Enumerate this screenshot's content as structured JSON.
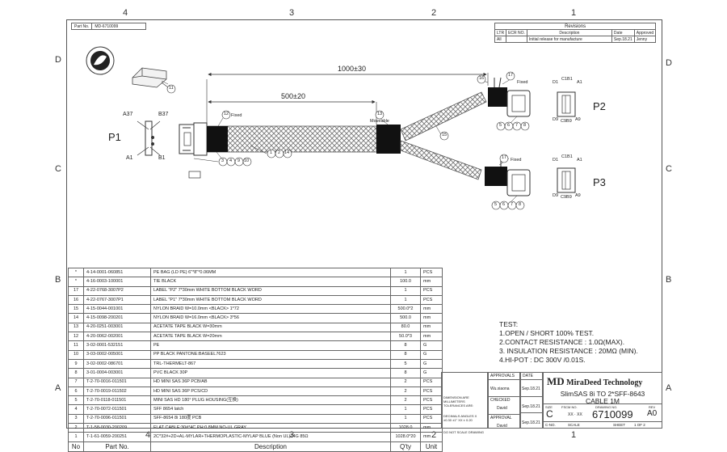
{
  "zones": {
    "top": [
      "4",
      "3",
      "2",
      "1"
    ],
    "bottom": [
      "4",
      "3",
      "2",
      "1"
    ],
    "left": [
      "D",
      "C",
      "B",
      "A"
    ],
    "right": [
      "D",
      "C",
      "B",
      "A"
    ]
  },
  "part_no": {
    "label": "Part No.",
    "value": "MD-6710099"
  },
  "revisions": {
    "title": "Revisions",
    "headers": [
      "LTR",
      "ECR NO.",
      "Description",
      "Date",
      "Approved"
    ],
    "row": [
      "All",
      "",
      "Initial release for manufacture",
      "Sep.18.21",
      "Jenny"
    ]
  },
  "dims": {
    "overall": "1000±30",
    "partial": "500±20"
  },
  "connectors": {
    "p1": "P1",
    "p2": "P2",
    "p3": "P3",
    "a37": "A37",
    "b37": "B37",
    "a1": "A1",
    "b1": "B1",
    "d1": "D1",
    "c1b1": "C1B1",
    "a1r": "A1",
    "d9": "D9",
    "c9b9": "C9B9",
    "a9": "A9"
  },
  "labels": {
    "fixed": "Fixed",
    "moveable": "Moveable"
  },
  "balloons": {
    "b11": "11",
    "b12": "12",
    "b13": "13",
    "b15": "15",
    "b16": "16",
    "b17": "17",
    "g1": [
      "1",
      "2",
      "14"
    ],
    "g2": [
      "3",
      "4",
      "9",
      "10"
    ],
    "g3": [
      "5",
      "6",
      "7",
      "8"
    ],
    "g4": [
      "5",
      "6",
      "7",
      "8"
    ]
  },
  "test": {
    "title": "TEST:",
    "lines": [
      "1.OPEN / SHORT 100% TEST.",
      "2.CONTACT RESISTANCE : 1.0Ω(MAX).",
      "3. INSULATION RESISTANCE : 20MΩ (MIN).",
      "4.HI-POT : DC 300V /0.01S."
    ]
  },
  "bom": {
    "headers": [
      "No",
      "Part No.",
      "Description",
      "Q'ty",
      "Unit"
    ],
    "rows": [
      [
        "*",
        "4-14-0001-060851",
        "PE BAG (LD PE) 6\"*8\"*0.06MM",
        "1",
        "PCS"
      ],
      [
        "*",
        "4-16-0003-100001",
        "TIE BLACK",
        "100.0",
        "mm"
      ],
      [
        "17",
        "4-22-0768-3007P2",
        "LABEL \"P2\" 7*30mm WHITE BOTTOM BLACK WORD",
        "1",
        "PCS"
      ],
      [
        "16",
        "4-22-0767-3007P1",
        "LABEL \"P1\" 7*30mm WHITE BOTTOM BLACK WORD",
        "1",
        "PCS"
      ],
      [
        "15",
        "4-15-0044-001001",
        "NYLON BRAID W=10.0mm <BLACK> 1*72",
        "500.0*2",
        "mm"
      ],
      [
        "14",
        "4-15-0098-200201",
        "NYLON BRAID W=16.0mm <BLACK> 3*56",
        "500.0",
        "mm"
      ],
      [
        "13",
        "4-20-0251-003001",
        "ACETATE TAPE BLACK W=30mm",
        "80.0",
        "mm"
      ],
      [
        "12",
        "4-20-0062-002001",
        "ACETATE TAPE BLACK W=20mm",
        "50.0*3",
        "mm"
      ],
      [
        "11",
        "3-02-0001-532151",
        "PE",
        "8",
        "G"
      ],
      [
        "10",
        "3-03-0002-005001",
        "PP BLACK PANTONE:BASEEL7623",
        "8",
        "G"
      ],
      [
        "9",
        "3-02-0002-086701",
        "TRL-THERMELT-867",
        "5",
        "G"
      ],
      [
        "8",
        "3-01-0004-003001",
        "PVC BLACK 30P",
        "8",
        "G"
      ],
      [
        "7",
        "T-2-70-0016-011501",
        "HD MINI SAS 36P PCB/AB",
        "2",
        "PCS"
      ],
      [
        "6",
        "T-2-70-0019-011502",
        "HD MINI SAS 36P PCS/CD",
        "2",
        "PCS"
      ],
      [
        "5",
        "T-2-70-0118-011501",
        "MINI SAS HD 180° PLUG HOUSING(互换)",
        "2",
        "PCS"
      ],
      [
        "4",
        "T-2-70-0072-011501",
        "SFF 8654 latch",
        "1",
        "PCS"
      ],
      [
        "3",
        "T-2-70-0096-011501",
        "SFF-8654 8i 180度 PCB",
        "1",
        "PCS"
      ],
      [
        "2",
        "T-1-58-0030-200209",
        "FLAT CABLE:30#*4C PH:0.8MM NO-UL GRAY",
        "1028.0",
        "mm"
      ],
      [
        "1",
        "T-1-61-0059-200251",
        "2C*32#+2D+AL-MYLAR+THERMOPLASTIC-MYLAP BLUE (Non UL)24G 85Ω",
        "1028.0*20",
        "mm"
      ]
    ]
  },
  "title_block": {
    "approvals": "APPROVALS",
    "date": "DATE",
    "drawn": "Wu.xiaona",
    "drawn_date": "Sep.18.21",
    "checked": "CHECKED",
    "checked_name": "David",
    "checked_date": "Sep.18.21",
    "approval": "APPROVAL",
    "approval_name": "David",
    "approval_date": "Sep.18.21",
    "dim_note": "DIMENSION ARE MILLIMETERS TOLERANCES ARE:",
    "dec_note": "DECIMALS ANGLES  X ±0.30  ±1°  XX ± 0.20",
    "no_scale": "DO NOT SCALE DRAWING",
    "logo": "MD",
    "company": "MiraDeed Technology",
    "title1": "SlimSAS 8i TO 2*SFF-8643",
    "title2": "CABLE 1M",
    "size_label": "SIZE",
    "size": "C",
    "fscm": "FSCM NO.",
    "fscm_val": "XX · XX",
    "dwg_label": "DRAWING NO.",
    "dwg": "6710099",
    "rev_label": "REV",
    "rev": "A0",
    "scale": "SCALE",
    "sheet": "SHEET",
    "sheet_val": "1 OF 2",
    "cno": "C-NO."
  }
}
